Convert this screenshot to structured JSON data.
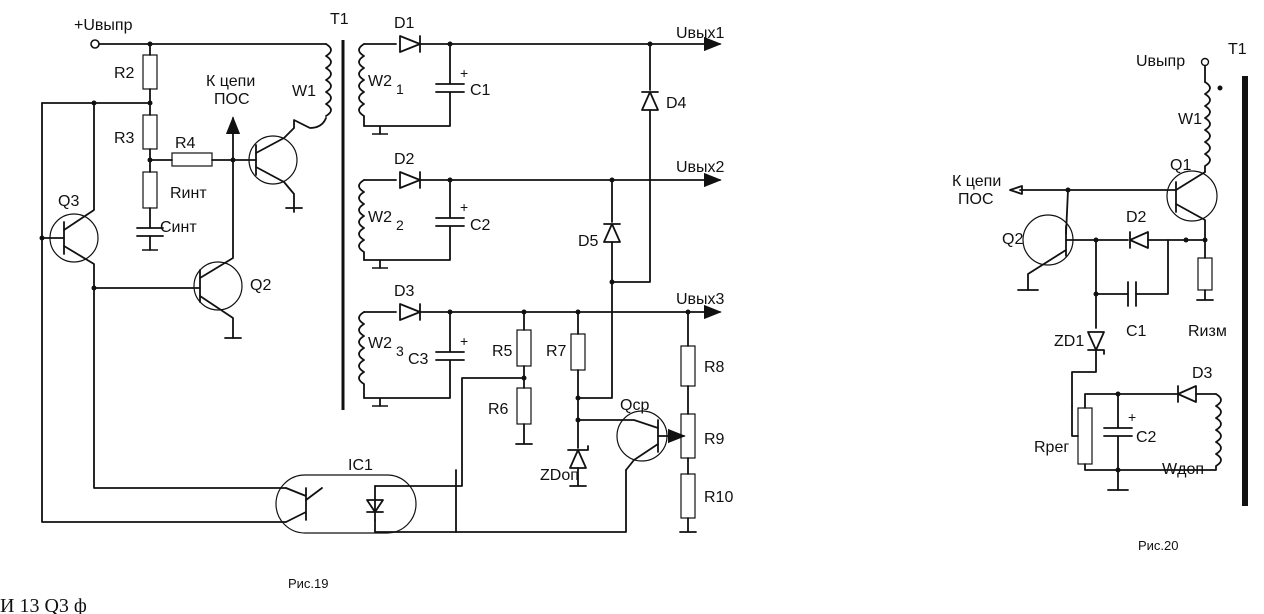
{
  "fig19": {
    "caption": "Рис.19",
    "labels": {
      "supply": "+Uвыпр",
      "t1": "T1",
      "w1": "W1",
      "pos": "К цепи\nПОС",
      "r2": "R2",
      "r3": "R3",
      "r4": "R4",
      "rint": "Rинт",
      "cint": "Cинт",
      "q2": "Q2",
      "q3": "Q3",
      "d1": "D1",
      "d2": "D2",
      "d3": "D3",
      "d4": "D4",
      "d5": "D5",
      "w21": "W2",
      "w22": "W2",
      "w23": "W2",
      "sub1": "1",
      "sub2": "2",
      "sub3": "3",
      "c1": "C1",
      "c2": "C2",
      "c3": "C3",
      "out1": "Uвых1",
      "out2": "Uвых2",
      "out3": "Uвых3",
      "r5": "R5",
      "r6": "R6",
      "r7": "R7",
      "r8": "R8",
      "r9": "R9",
      "r10": "R10",
      "qcp": "Qср",
      "zdop": "ZDоп",
      "ic1": "IC1"
    }
  },
  "fig20": {
    "caption": "Рис.20",
    "labels": {
      "supply": "Uвыпр",
      "t1": "T1",
      "w1": "W1",
      "pos_line1": "К цепи",
      "pos_line2": "ПОС",
      "q1": "Q1",
      "q2": "Q2",
      "d2": "D2",
      "c1": "C1",
      "rizm": "Rизм",
      "zd1": "ZD1",
      "d3": "D3",
      "c2": "C2",
      "rreg": "Rрег",
      "wdop": "Wдоп"
    }
  },
  "body_text": "И         13               Q3             ф"
}
